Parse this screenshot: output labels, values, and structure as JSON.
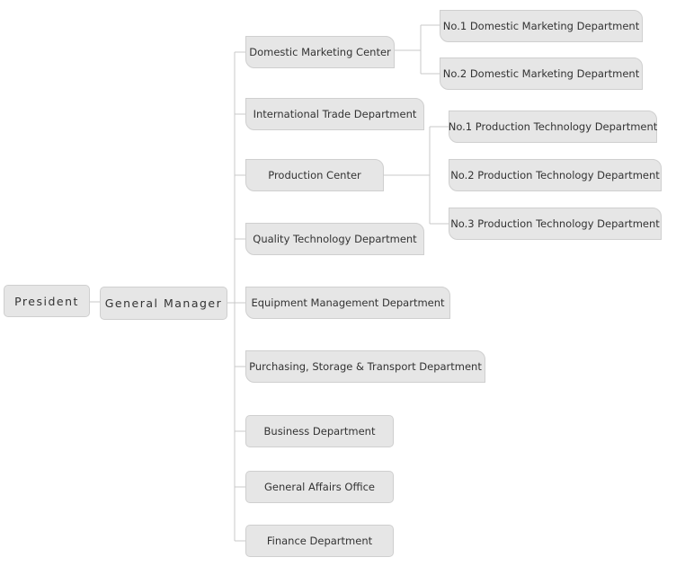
{
  "org": {
    "president": "President",
    "general_manager": "General Manager",
    "departments": [
      {
        "label": "Domestic Marketing Center",
        "children": [
          "No.1 Domestic Marketing Department",
          "No.2 Domestic Marketing Department"
        ]
      },
      {
        "label": "International Trade Department",
        "children": []
      },
      {
        "label": "Production Center",
        "children": [
          "No.1 Production Technology Department",
          "No.2 Production Technology Department",
          "No.3 Production Technology Department"
        ]
      },
      {
        "label": "Quality Technology Department",
        "children": []
      },
      {
        "label": "Equipment Management Department",
        "children": []
      },
      {
        "label": "Purchasing, Storage & Transport Department",
        "children": []
      },
      {
        "label": "Business Department",
        "children": []
      },
      {
        "label": "General Affairs Office",
        "children": []
      },
      {
        "label": "Finance Department",
        "children": []
      }
    ]
  },
  "colors": {
    "node_fill": "#e6e6e6",
    "node_border": "#cfcfcf",
    "connector": "#c8c8c8",
    "text": "#333333"
  }
}
